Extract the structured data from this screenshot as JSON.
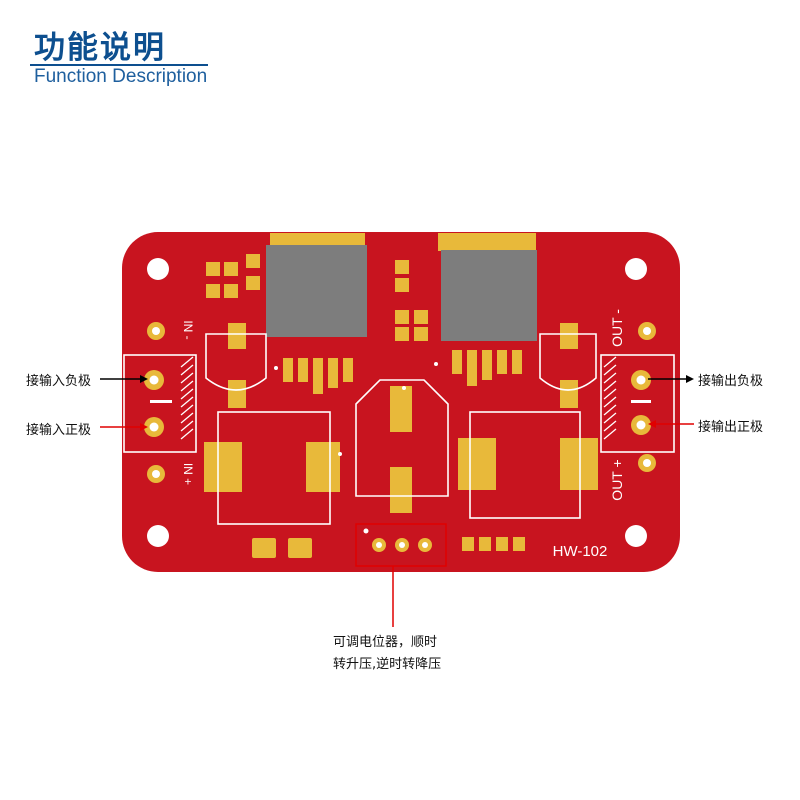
{
  "header": {
    "title_cn": "功能说明",
    "title_en": "Function Description"
  },
  "board": {
    "model": "HW-102",
    "in_negative_silk": "IN -",
    "in_positive_silk": "IN +",
    "out_negative_silk": "OUT -",
    "out_positive_silk": "OUT +",
    "pcb_color": "#c8141f",
    "pad_color": "#e8b93a",
    "silk_color": "#ffffff",
    "inductor_color": "#7d7d7d"
  },
  "labels": {
    "input_negative": "接输入负极",
    "input_positive": "接输入正极",
    "output_negative": "接输出负极",
    "output_positive": "接输出正极"
  },
  "potentiometer_note": {
    "line1": "可调电位器，顺时",
    "line2": "转升压,逆时转降压"
  },
  "colors": {
    "title": "#0d4f8f",
    "arrow_negative": "#000000",
    "arrow_positive": "#e00000",
    "highlight_box": "#e00000"
  }
}
